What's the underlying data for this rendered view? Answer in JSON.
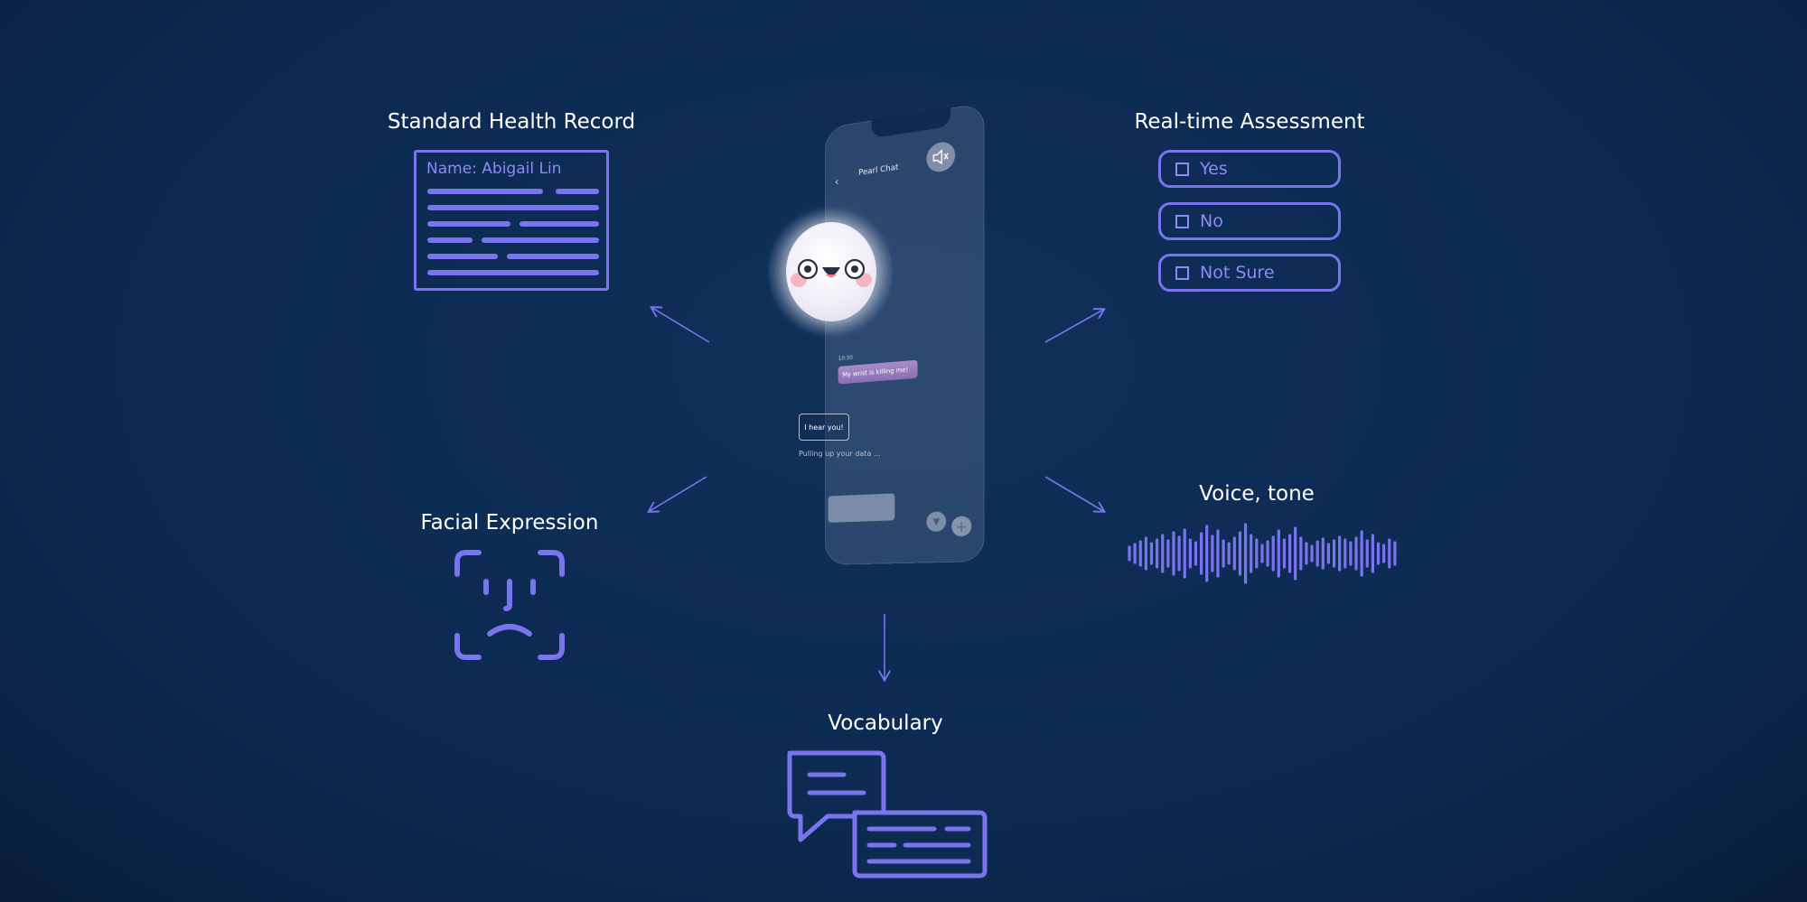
{
  "health_record": {
    "title": "Standard Health Record",
    "name": "Name: Abigail Lin"
  },
  "assessment": {
    "title": "Real-time Assessment",
    "options": [
      "Yes",
      "No",
      "Not Sure"
    ]
  },
  "phone": {
    "header_title": "Pearl Chat",
    "user_meta": "10:30",
    "user_message": "My wrist is killing me!",
    "bot_message": "I hear you!",
    "status": "Pulling up your data ..."
  },
  "facial_expression": {
    "title": "Facial Expression"
  },
  "voice": {
    "title": "Voice, tone"
  },
  "vocabulary": {
    "title": "Vocabulary"
  },
  "colors": {
    "background": "#0c2a52",
    "accent": "#7a74ee",
    "text": "#ffffff"
  },
  "icons": [
    "face-id-icon",
    "waveform-icon",
    "chat-bubbles-icon",
    "mute-icon",
    "send-icon",
    "plus-icon",
    "back-chevron-icon"
  ]
}
